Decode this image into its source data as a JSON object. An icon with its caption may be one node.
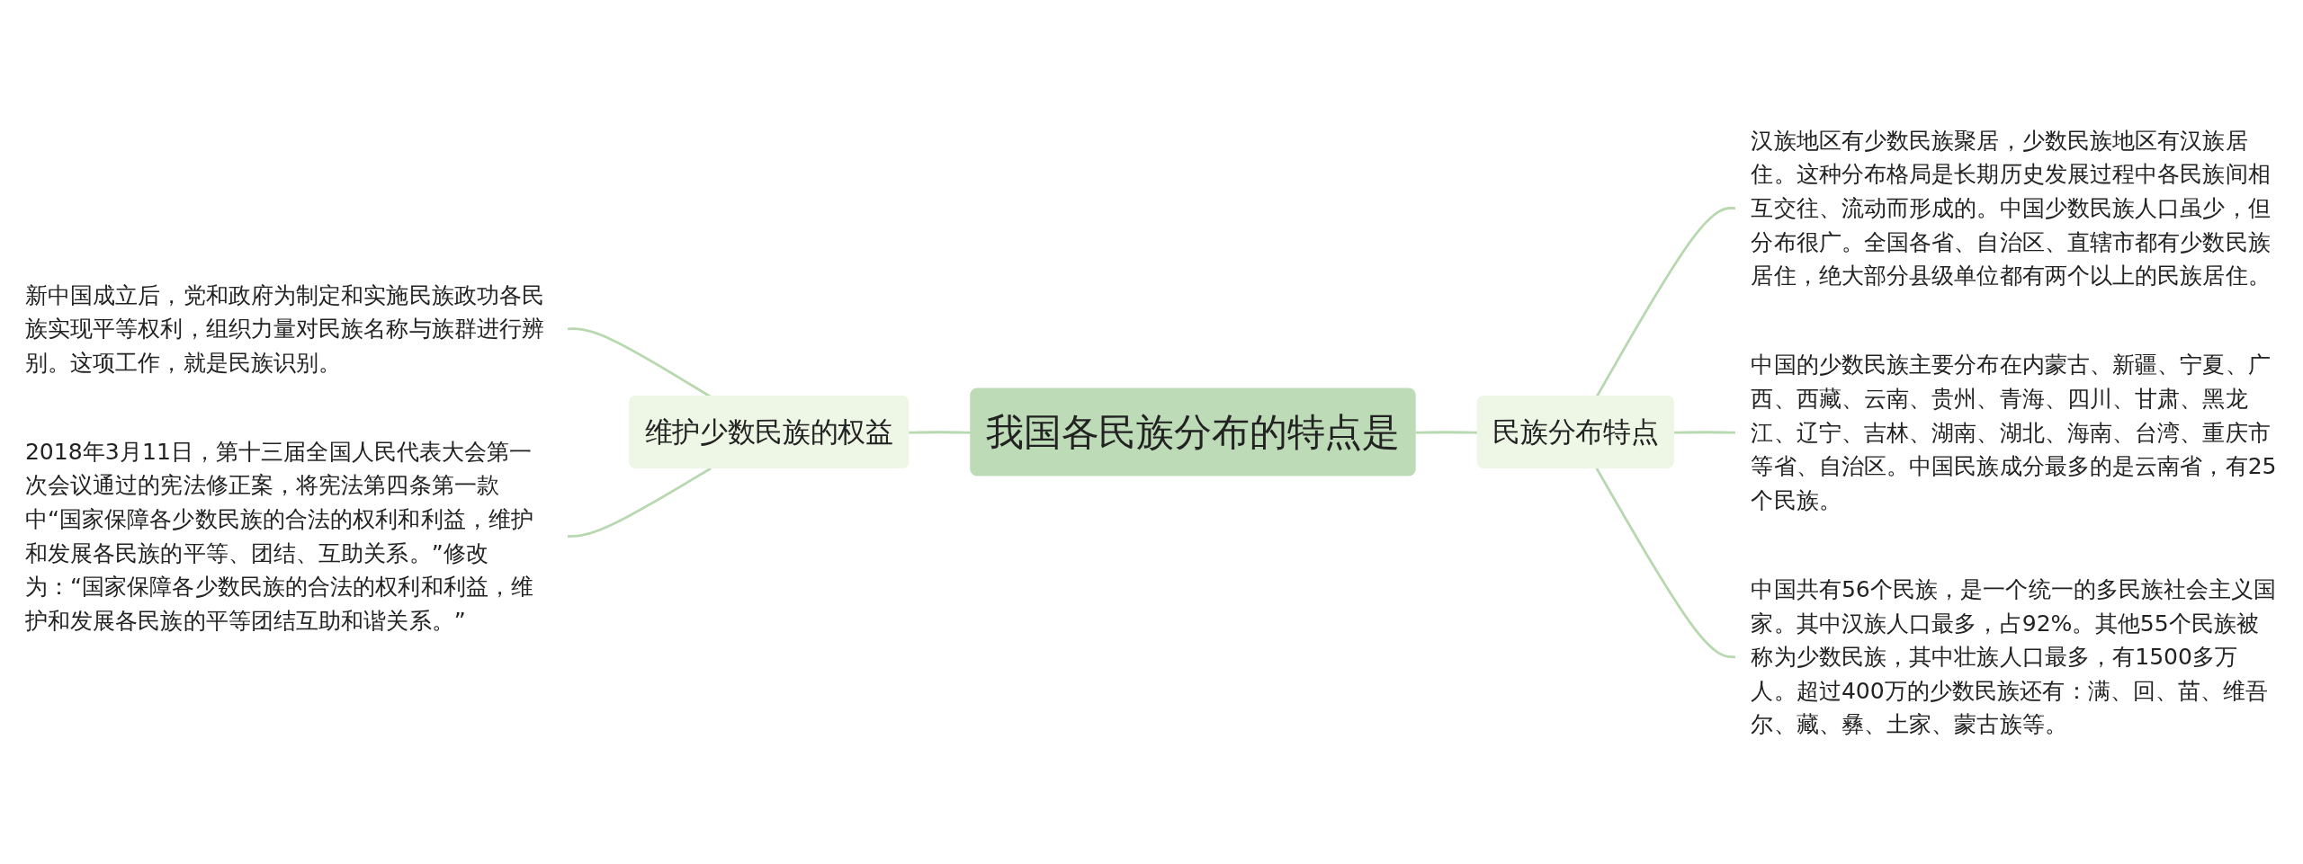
{
  "diagram": {
    "nodes": [
      {
        "text": [
          "我国各民族分布的特点是"
        ]
      },
      {
        "text": [
          "维护少数民族的权益"
        ]
      },
      {
        "text": [
          "新中国成立后，党和政府为制定和实施民族政功各民族实现平等权利，组织力量对民族名称与族群进行辨别。这项工作，就是民族识别。"
        ]
      },
      {
        "text": [
          "2018年3月11日，第十三届全国人民代表大会第一次会议通过的宪法修正案，将宪法第四条第一款中“国家保障各少数民族的合法的权利和利益，维护和发展各民族的平等、团结、互助关系。”修改为：“国家保障各少数民族的合法的权利和利益，维护和发展各民族的平等团结互助和谐关系。”"
        ]
      },
      {
        "text": [
          "民族分布特点"
        ]
      },
      {
        "text": [
          "汉族地区有少数民族聚居，少数民族地区有汉族居住。这种分布格局是长期历史发展过程中各民族间相互交往、流动而形成的。中国少数民族人口虽少，但分布很广。全国各省、自治区、直辖市都有少数民族居住，绝大部分县级单位都有两个以上的民族居住。"
        ]
      },
      {
        "text": [
          "中国的少数民族主要分布在内蒙古、新疆、宁夏、广西、西藏、云南、贵州、青海、四川、甘肃、黑龙江、辽宁、吉林、湖南、湖北、海南、台湾、重庆市等省、自治区。中国民族成分最多的是云南省，有25个民族。"
        ]
      },
      {
        "text": [
          "中国共有56个民族，是一个统一的多民族社会主义国家。其中汉族人口最多，占92%。其他55个民族被称为少数民族，其中壮族人口最多，有1500多万人。超过400万的少数民族还有：满、回、苗、维吾尔、藏、彝、土家、蒙古族等。"
        ]
      }
    ],
    "edges": [
      {
        "from": 2,
        "to": 1,
        "arrow": "none"
      },
      {
        "from": 3,
        "to": 1,
        "arrow": "none"
      },
      {
        "from": 1,
        "to": 0,
        "arrow": "none"
      },
      {
        "from": 0,
        "to": 4,
        "arrow": "none"
      },
      {
        "from": 4,
        "to": 5,
        "arrow": "none"
      },
      {
        "from": 4,
        "to": 6,
        "arrow": "none"
      },
      {
        "from": 4,
        "to": 7,
        "arrow": "none"
      }
    ]
  }
}
